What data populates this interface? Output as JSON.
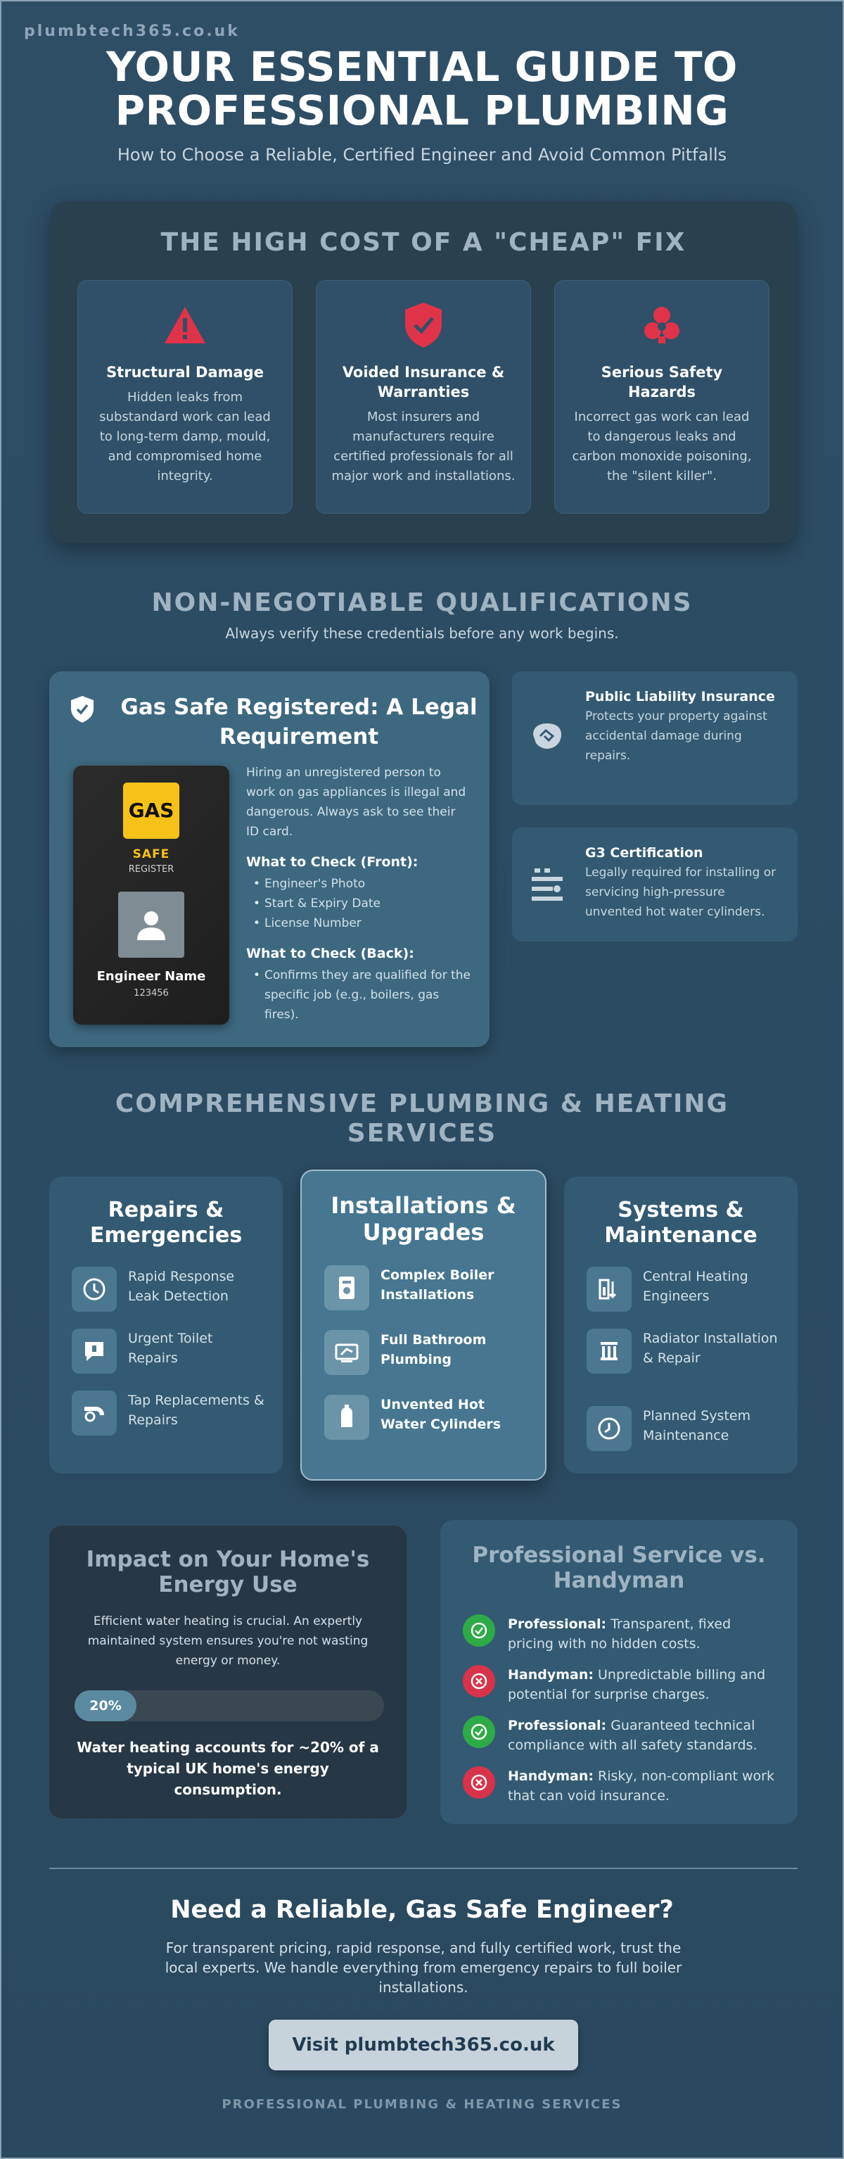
{
  "brand": "plumbtech365.co.uk",
  "hero": {
    "title_line1": "YOUR ESSENTIAL GUIDE TO",
    "title_line2": "PROFESSIONAL PLUMBING",
    "subtitle": "How to Choose a Reliable, Certified Engineer and Avoid Common Pitfalls"
  },
  "cost": {
    "title": "THE HIGH COST OF A \"CHEAP\" FIX",
    "cards": [
      {
        "icon": "warning-triangle-icon",
        "title": "Structural Damage",
        "text": "Hidden leaks from substandard work can lead to long-term damp, mould, and compromised home integrity."
      },
      {
        "icon": "shield-check-icon",
        "title": "Voided Insurance & Warranties",
        "text": "Most insurers and manufacturers require certified professionals for all major work and installations."
      },
      {
        "icon": "biohazard-icon",
        "title": "Serious Safety Hazards",
        "text": "Incorrect gas work can lead to dangerous leaks and carbon monoxide poisoning, the \"silent killer\"."
      }
    ],
    "accent_color": "#e0334a"
  },
  "qualifications": {
    "title": "NON-NEGOTIABLE QUALIFICATIONS",
    "subtitle": "Always verify these credentials before any work begins.",
    "gas_safe": {
      "title": "Gas Safe Registered: A Legal Requirement",
      "intro": "Hiring an unregistered person to work on gas appliances is illegal and dangerous. Always ask to see their ID card.",
      "front_heading": "What to Check (Front):",
      "front_items": [
        "Engineer's Photo",
        "Start & Expiry Date",
        "License Number"
      ],
      "back_heading": "What to Check (Back):",
      "back_items": [
        "Confirms they are qualified for the specific job (e.g., boilers, gas fires)."
      ],
      "id_card": {
        "logo": "GAS",
        "safe": "SAFE",
        "register": "REGISTER",
        "name": "Engineer Name",
        "number": "123456"
      }
    },
    "side_cards": [
      {
        "icon": "handshake-icon",
        "title": "Public Liability Insurance",
        "text": "Protects your property against accidental damage during repairs."
      },
      {
        "icon": "pipe-icon",
        "title": "G3 Certification",
        "text": "Legally required for installing or servicing high-pressure unvented hot water cylinders."
      }
    ]
  },
  "services": {
    "title_line1": "COMPREHENSIVE PLUMBING & HEATING",
    "title_line2": "SERVICES",
    "columns": [
      {
        "title": "Repairs & Emergencies",
        "items": [
          {
            "icon": "clock-icon",
            "label": "Rapid Response Leak Detection"
          },
          {
            "icon": "toilet-icon",
            "label": "Urgent Toilet Repairs"
          },
          {
            "icon": "tap-icon",
            "label": "Tap Replacements & Repairs"
          }
        ]
      },
      {
        "title": "Installations & Upgrades",
        "items": [
          {
            "icon": "boiler-icon",
            "label": "Complex Boiler Installations"
          },
          {
            "icon": "bath-icon",
            "label": "Full Bathroom Plumbing"
          },
          {
            "icon": "cylinder-icon",
            "label": "Unvented Hot Water Cylinders"
          }
        ]
      },
      {
        "title": "Systems & Maintenance",
        "items": [
          {
            "icon": "thermometer-icon",
            "label": "Central Heating Engineers"
          },
          {
            "icon": "radiator-icon",
            "label": "Radiator Installation & Repair"
          },
          {
            "icon": "schedule-clock-icon",
            "label": "Planned System Maintenance"
          }
        ]
      }
    ]
  },
  "impact": {
    "title": "Impact on Your Home's Energy Use",
    "text": "Efficient water heating is crucial. An expertly maintained system ensures you're not wasting energy or money.",
    "bar_label": "20%",
    "bar_fraction": 0.2,
    "note": "Water heating accounts for ~20% of a typical UK home's energy consumption."
  },
  "versus": {
    "title": "Professional Service vs. Handyman",
    "items": [
      {
        "type": "ok",
        "who": "Professional:",
        "text": " Transparent, fixed pricing with no hidden costs."
      },
      {
        "type": "bad",
        "who": "Handyman:",
        "text": " Unpredictable billing and potential for surprise charges."
      },
      {
        "type": "ok",
        "who": "Professional:",
        "text": " Guaranteed technical compliance with all safety standards."
      },
      {
        "type": "bad",
        "who": "Handyman:",
        "text": " Risky, non-compliant work that can void insurance."
      }
    ]
  },
  "cta": {
    "title": "Need a Reliable, Gas Safe Engineer?",
    "text": "For transparent pricing, rapid response, and fully certified work, trust the local experts. We handle everything from emergency repairs to full boiler installations.",
    "button": "Visit plumbtech365.co.uk",
    "footer": "PROFESSIONAL PLUMBING & HEATING SERVICES"
  }
}
